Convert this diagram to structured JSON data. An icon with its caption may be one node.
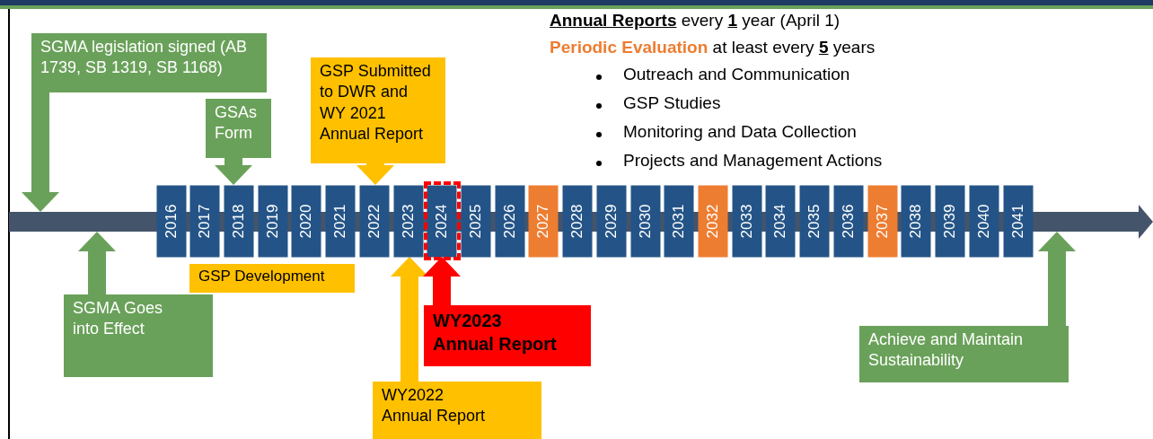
{
  "diagram": {
    "nodes": [
      {
        "text": [
          "SGMA legislation signed (AB 1739, SB 1319, SB 1168)"
        ]
      },
      {
        "text": [
          "GSAs Form"
        ]
      },
      {
        "text": [
          "GSP Submitted to DWR and WY 2021 Annual Report"
        ]
      },
      {
        "text": [],
        "shape": "bar"
      },
      {
        "text": [
          "2016"
        ]
      },
      {
        "text": [
          "2017"
        ]
      },
      {
        "text": [
          "2018"
        ]
      },
      {
        "text": [
          "2019"
        ]
      },
      {
        "text": [
          "2020"
        ]
      },
      {
        "text": [
          "2021"
        ]
      },
      {
        "text": [
          "2022"
        ]
      },
      {
        "text": [
          "2023"
        ]
      },
      {
        "text": [
          "2024"
        ]
      },
      {
        "text": [
          "2025"
        ]
      },
      {
        "text": [
          "2026"
        ]
      },
      {
        "text": [
          "2027"
        ]
      },
      {
        "text": [
          "2028"
        ]
      },
      {
        "text": [
          "2029"
        ]
      },
      {
        "text": [
          "2030"
        ]
      },
      {
        "text": [
          "2031"
        ]
      },
      {
        "text": [
          "2032"
        ]
      },
      {
        "text": [
          "2033"
        ]
      },
      {
        "text": [
          "2034"
        ]
      },
      {
        "text": [
          "2035"
        ]
      },
      {
        "text": [
          "2036"
        ]
      },
      {
        "text": [
          "2037"
        ]
      },
      {
        "text": [
          "2038"
        ]
      },
      {
        "text": [
          "2039"
        ]
      },
      {
        "text": [
          "2040"
        ]
      },
      {
        "text": [
          "2041"
        ]
      },
      {
        "text": [
          "GSP Development"
        ]
      },
      {
        "text": [
          "SGMA Goes into Effect"
        ]
      },
      {
        "text": [
          "WY2023 Annual Report"
        ]
      },
      {
        "text": [
          "WY2022 Annual Report"
        ]
      },
      {
        "text": [
          "Achieve and Maintain Sustainability"
        ]
      }
    ],
    "edges": [
      {
        "from": 0,
        "to": 3,
        "arrow": "to"
      },
      {
        "from": 1,
        "to": 6,
        "arrow": "to"
      },
      {
        "from": 2,
        "to": 10,
        "arrow": "to",
        "color": "#ffc000"
      },
      {
        "from": 31,
        "to": 3,
        "arrow": "to"
      },
      {
        "from": 33,
        "to": 11,
        "arrow": "to",
        "color": "#ffc000"
      },
      {
        "from": 32,
        "to": 12,
        "arrow": "to",
        "color": "#ff0000"
      },
      {
        "from": 34,
        "to": 3,
        "arrow": "to"
      }
    ],
    "labels": [
      "**Annual Reports** every **1** year (April 1)",
      "**Periodic Evaluation** at least every **5** years",
      "Outreach and Communication",
      "GSP Studies",
      "Monitoring and Data Collection",
      "Projects and Management Actions"
    ]
  }
}
